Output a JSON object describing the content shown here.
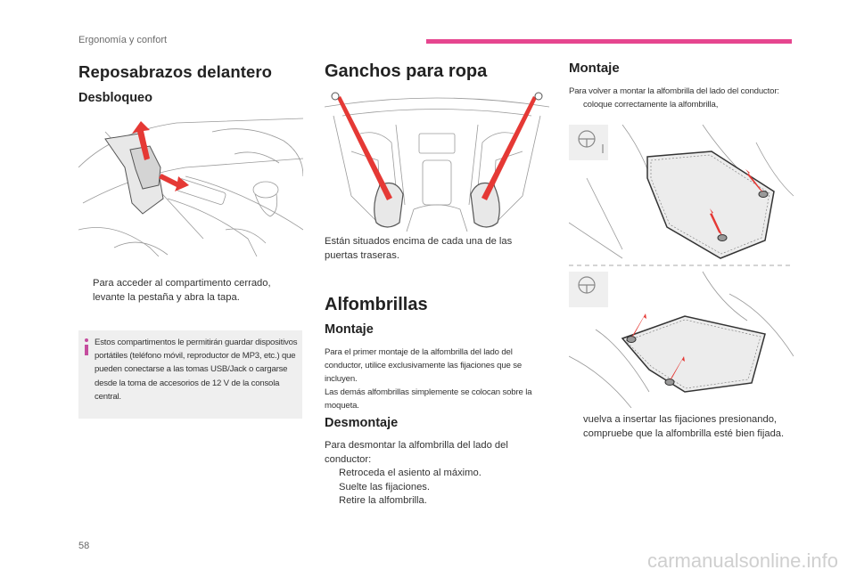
{
  "header": {
    "section": "Ergonomía y confort",
    "accent": "#e6468f"
  },
  "col1": {
    "title": "Reposabrazos delantero",
    "subtitle": "Desbloqueo",
    "bullet": "Para acceder al compartimento cerrado, levante la pestaña y abra la tapa.",
    "info": "Estos compartimentos le permitirán guardar dispositivos portátiles (teléfono móvil, reproductor de MP3, etc.) que pueden conectarse a las tomas USB/Jack o cargarse desde la toma de accesorios de 12 V de la consola central."
  },
  "col2": {
    "title": "Ganchos para ropa",
    "hooks_text": "Están situados encima de cada una de las puertas traseras.",
    "title2": "Alfombrillas",
    "montaje_title": "Montaje",
    "montaje_p1": "Para el primer montaje de la alfombrilla del lado del conductor, utilice exclusivamente las fijaciones que se incluyen.",
    "montaje_p2": "Las demás alfombrillas simplemente se colocan sobre la moqueta.",
    "desmontaje_title": "Desmontaje",
    "desmontaje_intro": "Para desmontar la alfombrilla del lado del conductor:",
    "desmontaje_steps": [
      "Retroceda el asiento al máximo.",
      "Suelte las fijaciones.",
      "Retire la alfombrilla."
    ]
  },
  "col3": {
    "title": "Montaje",
    "intro": "Para volver a montar la alfombrilla del lado del conductor:",
    "step1": "coloque correctamente la alfombrilla,",
    "step2": "vuelva a insertar las fijaciones presionando,",
    "step3": "compruebe que la alfombrilla esté bien fijada."
  },
  "bullet_mark": "",
  "footer": {
    "page": "58",
    "watermark": "carmanualsonline.info"
  },
  "colors": {
    "arrow": "#e53935",
    "info": "#c54d9e"
  }
}
